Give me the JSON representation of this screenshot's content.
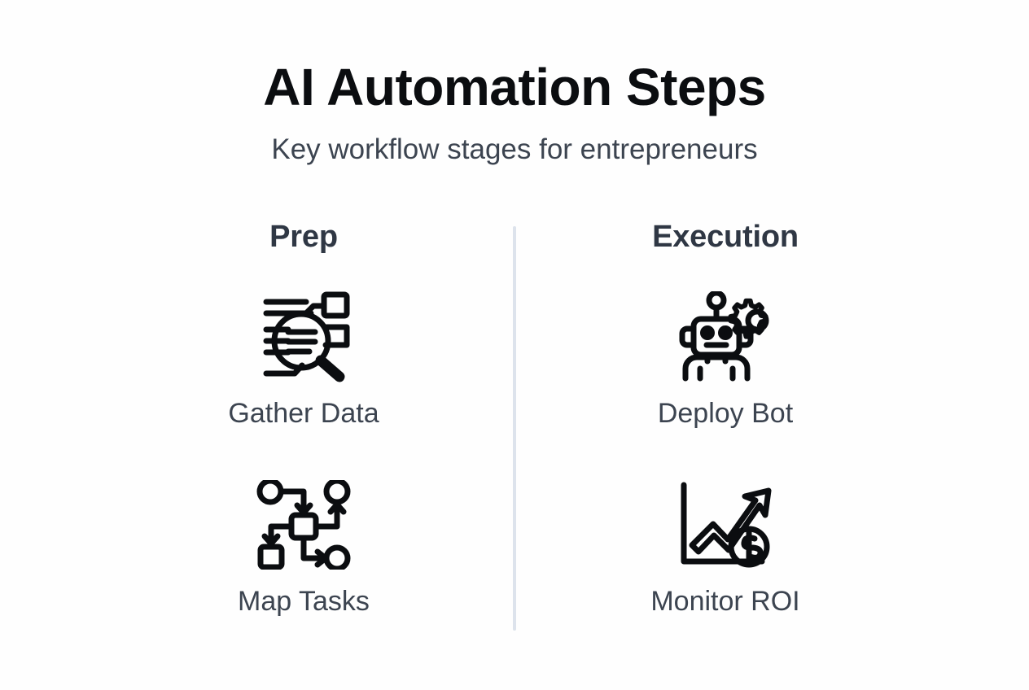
{
  "header": {
    "title": "AI Automation Steps",
    "subtitle": "Key workflow stages for entrepreneurs"
  },
  "colors": {
    "background": "#fefefe",
    "title": "#0b0d10",
    "subtitle": "#3c4450",
    "column_title": "#2f3744",
    "label": "#3c4450",
    "divider": "#dde3ec",
    "icon_stroke": "#0b0d10"
  },
  "columns": [
    {
      "title": "Prep",
      "items": [
        {
          "label": "Gather Data",
          "icon": "data-search-icon"
        },
        {
          "label": "Map Tasks",
          "icon": "flowchart-nodes-icon"
        }
      ]
    },
    {
      "title": "Execution",
      "items": [
        {
          "label": "Deploy Bot",
          "icon": "robot-gear-icon"
        },
        {
          "label": "Monitor ROI",
          "icon": "growth-chart-dollar-icon"
        }
      ]
    }
  ],
  "divider": {
    "name": "column-divider"
  }
}
